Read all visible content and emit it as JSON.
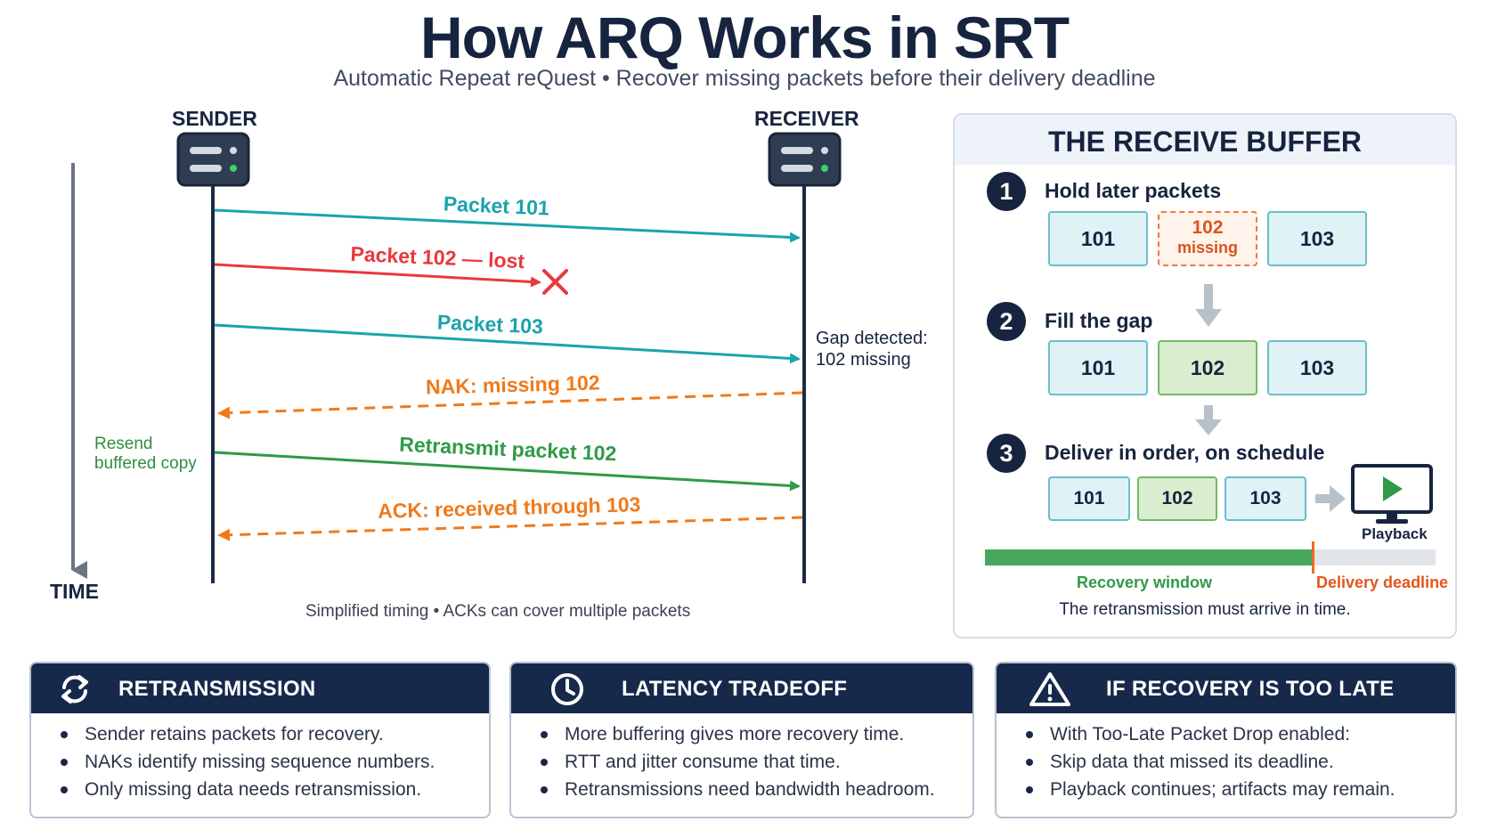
{
  "title": "How ARQ Works in SRT",
  "subtitle": "Automatic Repeat reQuest • Recover missing packets before their delivery deadline",
  "sequence": {
    "sender_label": "SENDER",
    "receiver_label": "RECEIVER",
    "time_label": "TIME",
    "messages": [
      {
        "label": "Packet 101",
        "direction": "to-receiver",
        "style": "solid",
        "color": "#1aa3ac"
      },
      {
        "label": "Packet 102 — lost",
        "direction": "to-receiver",
        "style": "lost",
        "color": "#e8383d"
      },
      {
        "label": "Packet 103",
        "direction": "to-receiver",
        "style": "solid",
        "color": "#1aa3ac"
      },
      {
        "label": "NAK: missing 102",
        "direction": "to-sender",
        "style": "dashed",
        "color": "#f07a1a"
      },
      {
        "label": "Retransmit packet 102",
        "direction": "to-receiver",
        "style": "solid",
        "color": "#2f9a48"
      },
      {
        "label": "ACK: received through 103",
        "direction": "to-sender",
        "style": "dashed",
        "color": "#f07a1a"
      }
    ],
    "receiver_annotation": [
      "Gap detected:",
      "102 missing"
    ],
    "sender_annotation": [
      "Resend",
      "buffered copy"
    ],
    "footnote": "Simplified timing • ACKs can cover multiple packets"
  },
  "buffer_panel": {
    "title": "THE RECEIVE BUFFER",
    "steps": [
      {
        "number": "1",
        "label": "Hold later packets",
        "packets": [
          {
            "id": "101",
            "state": "held"
          },
          {
            "id": "102",
            "sub": "missing",
            "state": "missing"
          },
          {
            "id": "103",
            "state": "held"
          }
        ]
      },
      {
        "number": "2",
        "label": "Fill the gap",
        "packets": [
          {
            "id": "101",
            "state": "held"
          },
          {
            "id": "102",
            "state": "recovered"
          },
          {
            "id": "103",
            "state": "held"
          }
        ]
      },
      {
        "number": "3",
        "label": "Deliver in order, on schedule",
        "packets": [
          {
            "id": "101",
            "state": "held"
          },
          {
            "id": "102",
            "state": "recovered"
          },
          {
            "id": "103",
            "state": "held"
          }
        ]
      }
    ],
    "playback_label": "Playback",
    "recovery_window_label": "Recovery window",
    "delivery_deadline_label": "Delivery deadline",
    "footer": "The retransmission must arrive in time."
  },
  "cards": [
    {
      "title": "RETRANSMISSION",
      "icon": "refresh-icon",
      "bullets": [
        "Sender retains packets for recovery.",
        "NAKs identify missing sequence numbers.",
        "Only missing data needs retransmission."
      ]
    },
    {
      "title": "LATENCY TRADEOFF",
      "icon": "clock-icon",
      "bullets": [
        "More buffering gives more recovery time.",
        "RTT and jitter consume that time.",
        "Retransmissions need bandwidth headroom."
      ]
    },
    {
      "title": "IF RECOVERY IS TOO LATE",
      "icon": "warning-icon",
      "bullets": [
        "With Too-Late Packet Drop enabled:",
        "Skip data that missed its deadline.",
        "Playback continues; artifacts may remain."
      ]
    }
  ],
  "colors": {
    "navy": "#17243f",
    "teal": "#1aa3ac",
    "red": "#e8383d",
    "orange": "#f07a1a",
    "green": "#2f9a48"
  }
}
